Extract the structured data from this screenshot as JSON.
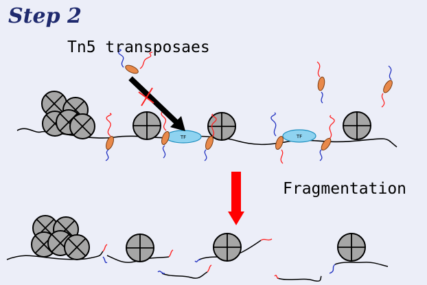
{
  "header": {
    "title": "Step 2"
  },
  "labels": {
    "enzyme": "Tn5 transposaes",
    "process": "Fragmentation"
  },
  "tf_label": "TF",
  "colors": {
    "background": "#eceef8",
    "title": "#1f2a6e",
    "nucleosome_fill": "#a6a6a6",
    "transposase_fill": "#e8894a",
    "tf_fill": "#8fd3f0",
    "arrow_red": "#ff0000",
    "adapter_red": "#ff2020",
    "adapter_blue": "#2030c0"
  }
}
